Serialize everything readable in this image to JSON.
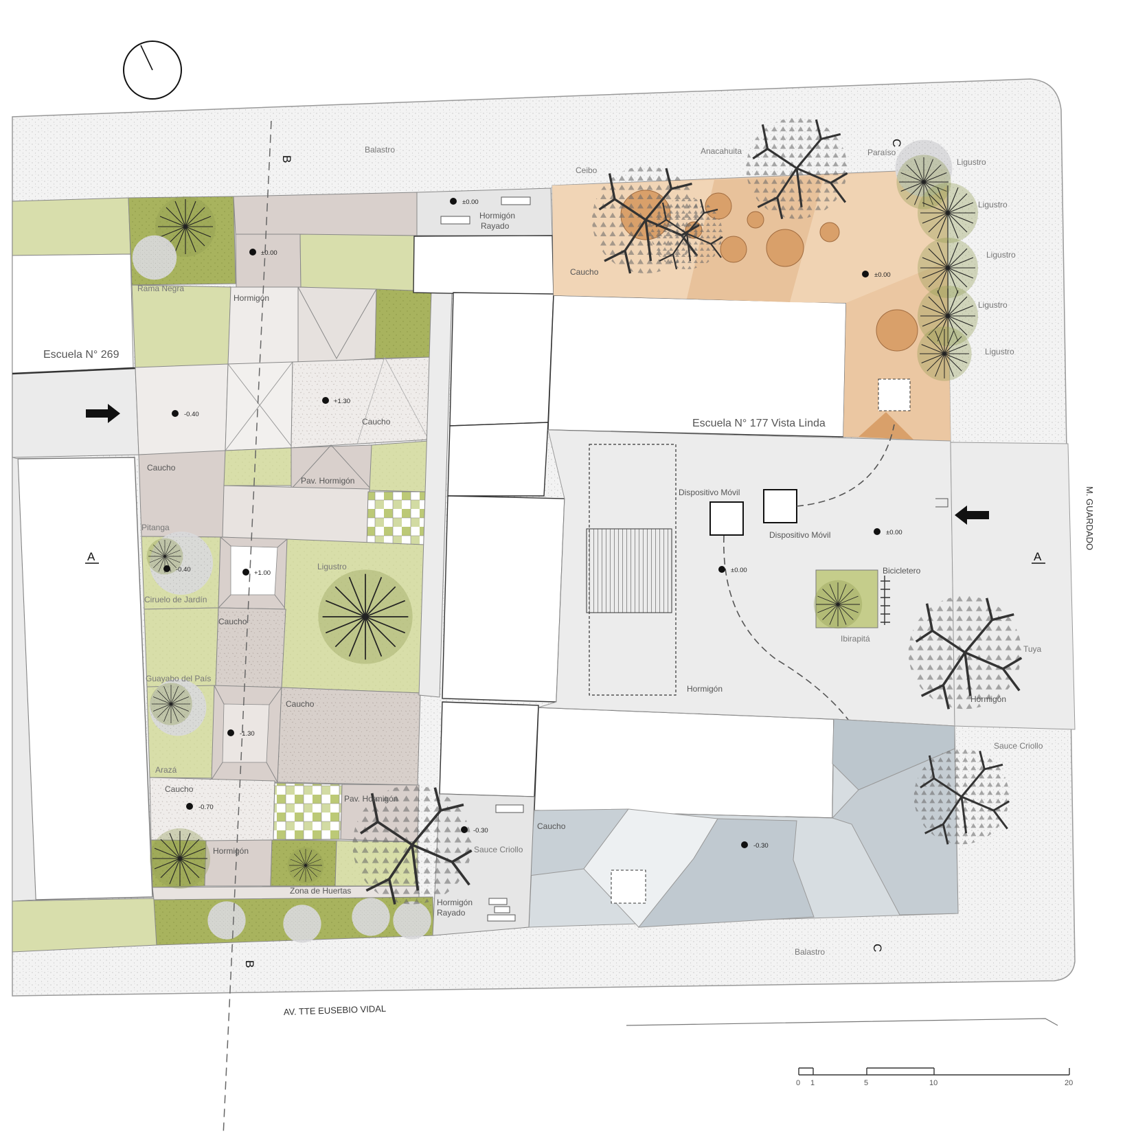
{
  "schools": {
    "left": "Escuela N° 269",
    "right": "Escuela N° 177 Vista Linda"
  },
  "streets": {
    "south": "AV. TTE EUSEBIO VIDAL",
    "east": "M. GUARDADO"
  },
  "section_markers": {
    "a": "A",
    "b": "B",
    "c": "C"
  },
  "materials": {
    "balastro": "Balastro",
    "hormigon": "Hormigón",
    "caucho": "Caucho",
    "hormigon_rayado_1": "Hormigón",
    "hormigon_rayado_2": "Rayado",
    "pav_hormigon": "Pav. Hormigón",
    "zona_huertas": "Zona de Huertas",
    "dispositivo_movil": "Dispositivo Móvil",
    "bicicletero": "Bicicletero"
  },
  "trees": {
    "rama_negra": "Rama Negra",
    "pitanga": "Pitanga",
    "ciruelo": "Ciruelo de Jardín",
    "guayabo": "Guayabo del País",
    "araza": "Arazá",
    "ligustro": "Ligustro",
    "ceibo": "Ceibo",
    "anacahuita": "Anacahuita",
    "paraiso": "Paraíso",
    "ibirapita": "Ibirapitá",
    "tuya": "Tuya",
    "sauce_criollo": "Sauce Criollo"
  },
  "levels": {
    "l000": "±0.00",
    "l130": "+1.30",
    "lm040": "-0.40",
    "l100": "+1.00",
    "lm130": "-1.30",
    "lm070": "-0.70",
    "lm030": "-0.30",
    "lm040b": "-0.40"
  },
  "scale_bar": {
    "ticks": [
      "0",
      "1",
      "5",
      "10",
      "20"
    ]
  },
  "colors": {
    "balastro": "#f2f2f2",
    "concrete": "#ececec",
    "green_light": "#d9dfad",
    "green_dark": "#a7b35c",
    "rubber_beige": "#d9d0cc",
    "orange_light": "#f1d5b6",
    "orange": "#e1ab78",
    "blue_grey": "#c8d0d6"
  }
}
